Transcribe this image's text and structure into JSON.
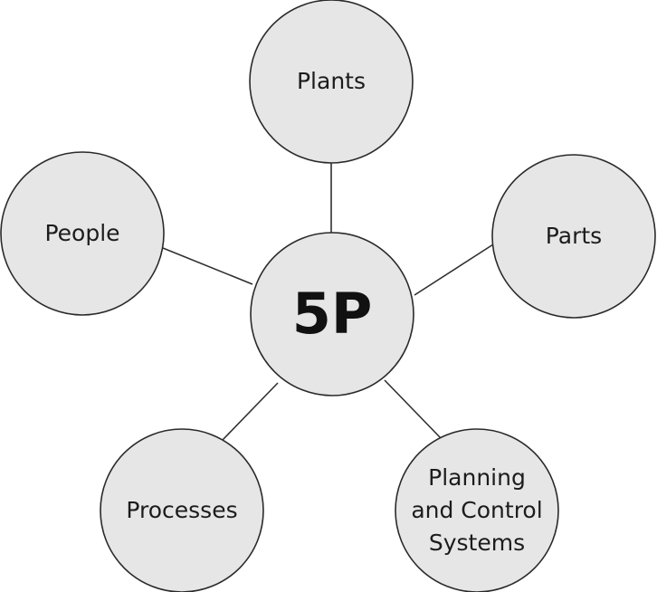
{
  "diagram": {
    "center": {
      "label": "5P"
    },
    "nodes": [
      {
        "id": "plants",
        "label": "Plants"
      },
      {
        "id": "parts",
        "label": "Parts"
      },
      {
        "id": "planning",
        "label": "Planning\nand Control\nSystems"
      },
      {
        "id": "processes",
        "label": "Processes"
      },
      {
        "id": "people",
        "label": "People"
      }
    ]
  },
  "colors": {
    "node_fill": "#e6e6e6",
    "stroke": "#2a2a2a",
    "text": "#1c1c1c"
  }
}
